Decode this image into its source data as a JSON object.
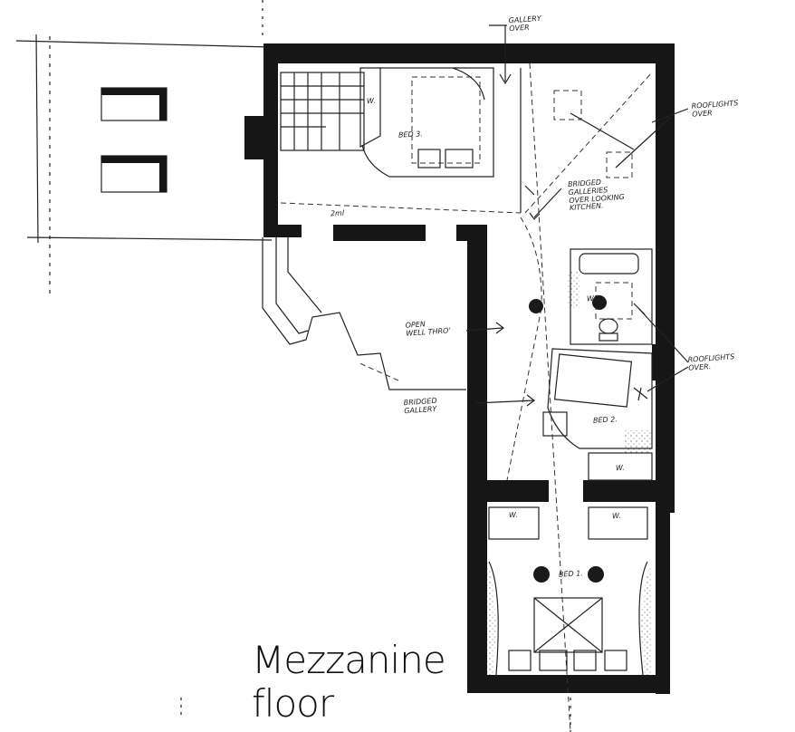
{
  "plan": {
    "title_line1": "Mezzanine",
    "title_line2": "floor",
    "labels": {
      "gallery_over": "GALLERY\nOVER",
      "rooflights_over_top": "ROOFLIGHTS\nOVER",
      "bridged_galleries": "BRIDGED\nGALLERIES\nOVER LOOKING\nKITCHEN.",
      "open_well": "OPEN\nWELL THRO'",
      "bridged_gallery": "BRIDGED\nGALLERY",
      "rooflights_over_right": "ROOFLIGHTS\nOVER.",
      "bed3": "BED 3.",
      "bed2": "BED 2.",
      "bed1": "BED 1.",
      "wardrobe": "W.",
      "wc": "WC",
      "landing_mark": "2ml"
    }
  }
}
